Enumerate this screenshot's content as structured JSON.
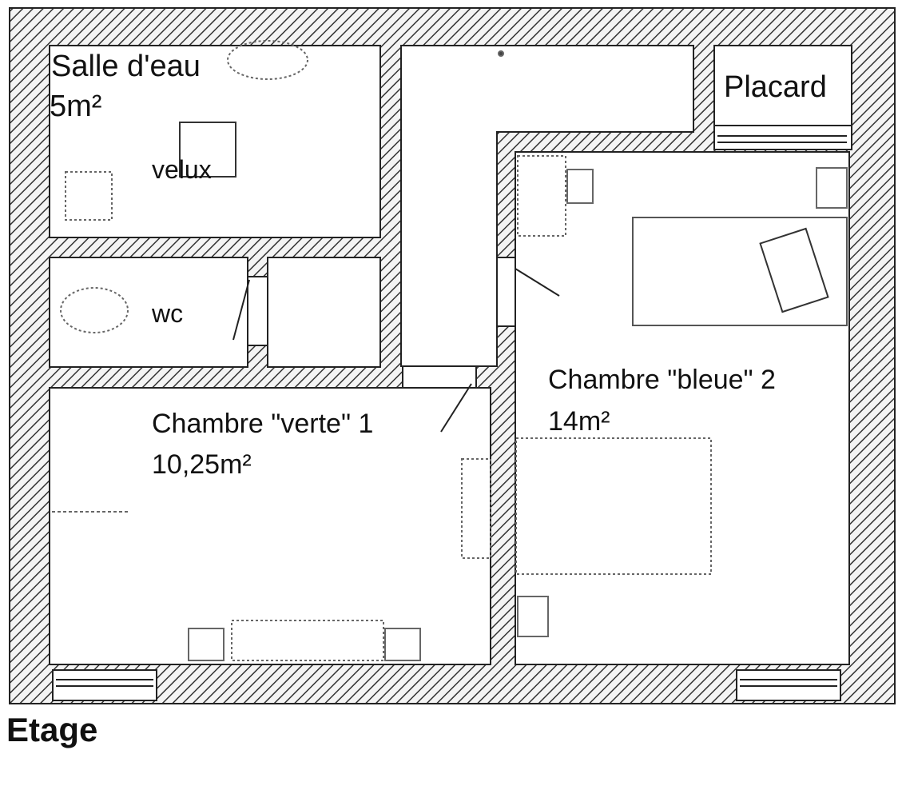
{
  "plan": {
    "floor_label": "Etage",
    "rooms": {
      "salle_eau": {
        "name": "Salle d'eau",
        "area": "5m²",
        "skylight": "velux"
      },
      "wc": {
        "name": "wc"
      },
      "placard": {
        "name": "Placard"
      },
      "chambre_verte": {
        "name": "Chambre \"verte\" 1",
        "area": "10,25m²"
      },
      "chambre_bleue": {
        "name": "Chambre \"bleue\" 2",
        "area": "14m²"
      }
    },
    "colors": {
      "wall_hatch": "#333333",
      "wall_fill": "#f2f2f2",
      "line": "#222222",
      "furniture": "#666666"
    }
  }
}
